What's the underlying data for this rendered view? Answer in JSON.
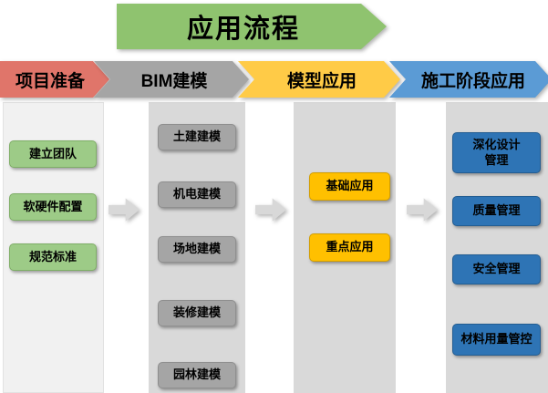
{
  "title": {
    "label": "应用流程"
  },
  "flow": {
    "columns": [
      {
        "header": "项目准备",
        "items": [
          "建立团队",
          "软硬件配置",
          "规范标准"
        ]
      },
      {
        "header": "BIM建模",
        "items": [
          "土建建模",
          "机电建模",
          "场地建模",
          "装修建模",
          "园林建模"
        ]
      },
      {
        "header": "模型应用",
        "items": [
          "基础应用",
          "重点应用"
        ]
      },
      {
        "header": "施工阶段应用",
        "items": [
          "深化设计\n管理",
          "质量管理",
          "安全管理",
          "材料用量管控"
        ]
      }
    ]
  },
  "colors": {
    "title_banner": "#8fc36f",
    "stage_project_prep": "#e0756a",
    "stage_bim_modeling": "#a5a5a5",
    "stage_model_application": "#ffcb47",
    "stage_construction_phase": "#5b9bd5",
    "step_green": "#9dcb87",
    "step_gray": "#a5a5a5",
    "step_yellow": "#ffc000",
    "step_blue": "#2e74b5",
    "column_background": "#d9d9d9"
  }
}
